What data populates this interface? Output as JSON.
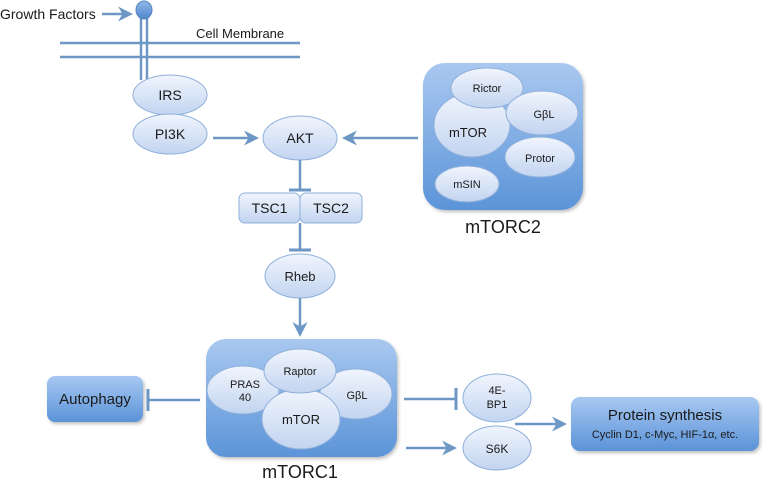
{
  "title": "mTOR signaling pathway",
  "colors": {
    "line": "#6d97c4",
    "node_fill_top": "#eef3fc",
    "node_fill_bottom": "#c3d5f0",
    "node_stroke": "#8fb0db",
    "complex_top": "#a9c8f0",
    "complex_bottom": "#5b94d8",
    "box_top": "#a8c8f2",
    "box_bottom": "#5a93d8",
    "text": "#1a1a1a"
  },
  "labels": {
    "growth_factors": "Growth Factors",
    "cell_membrane": "Cell Membrane",
    "irs": "IRS",
    "pi3k": "PI3K",
    "akt": "AKT",
    "tsc1": "TSC1",
    "tsc2": "TSC2",
    "rheb": "Rheb",
    "autophagy": "Autophagy",
    "fourebp1_line1": "4E-",
    "fourebp1_line2": "BP1",
    "s6k": "S6K",
    "protein_synthesis_title": "Protein synthesis",
    "protein_synthesis_sub": "Cyclin D1, c-Myc, HIF-1α, etc."
  },
  "mtorc2": {
    "name": "mTORC2",
    "components": {
      "rictor": "Rictor",
      "gbl": "GβL",
      "mtor": "mTOR",
      "protor": "Protor",
      "msin": "mSIN"
    }
  },
  "mtorc1": {
    "name": "mTORC1",
    "components": {
      "raptor": "Raptor",
      "pras40_line1": "PRAS",
      "pras40_line2": "40",
      "gbl": "GβL",
      "mtor": "mTOR"
    }
  },
  "edges": [
    {
      "from": "Growth Factors",
      "to": "Receptor",
      "type": "activation"
    },
    {
      "from": "PI3K",
      "to": "AKT",
      "type": "activation"
    },
    {
      "from": "mTORC2",
      "to": "AKT",
      "type": "activation"
    },
    {
      "from": "AKT",
      "to": "TSC1/TSC2",
      "type": "inhibition"
    },
    {
      "from": "TSC1/TSC2",
      "to": "Rheb",
      "type": "inhibition"
    },
    {
      "from": "Rheb",
      "to": "mTORC1",
      "type": "activation"
    },
    {
      "from": "mTORC1",
      "to": "Autophagy",
      "type": "inhibition"
    },
    {
      "from": "mTORC1",
      "to": "4E-BP1",
      "type": "inhibition"
    },
    {
      "from": "mTORC1",
      "to": "S6K",
      "type": "activation"
    },
    {
      "from": "4E-BP1/S6K",
      "to": "Protein synthesis",
      "type": "activation"
    }
  ]
}
